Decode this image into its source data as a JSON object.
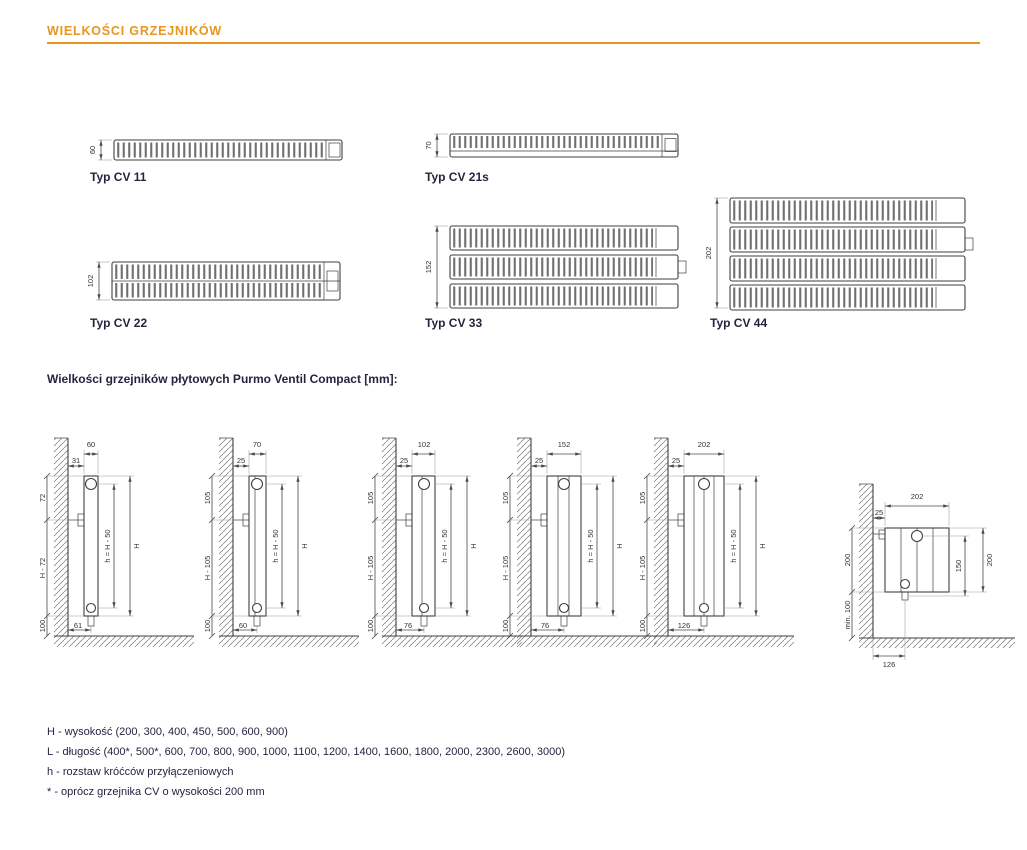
{
  "page": {
    "title": "WIELKOŚCI GRZEJNIKÓW",
    "subtitle": "Wielkości grzejników płytowych Purmo Ventil Compact [mm]:"
  },
  "colors": {
    "accent": "#E8951F",
    "ink": "#252440",
    "line": "#3F3F3F"
  },
  "cross_sections": [
    {
      "label": "Typ CV 11",
      "depth": "60"
    },
    {
      "label": "Typ CV 21s",
      "depth": "70"
    },
    {
      "label": "Typ CV 22",
      "depth": "102"
    },
    {
      "label": "Typ CV 33",
      "depth": "152"
    },
    {
      "label": "Typ CV 44",
      "depth": "202"
    }
  ],
  "side_views": [
    {
      "depth": "60",
      "wall_gap": "31",
      "top_offset": "72",
      "wall_height": "H - 72",
      "floor_clearance": "100",
      "pipe_spacing": "h = H - 50",
      "height": "H",
      "bottom_offset": "61"
    },
    {
      "depth": "70",
      "wall_gap": "25",
      "top_offset": "105",
      "wall_height": "H - 105",
      "floor_clearance": "100",
      "pipe_spacing": "h = H - 50",
      "height": "H",
      "bottom_offset": "60"
    },
    {
      "depth": "102",
      "wall_gap": "25",
      "top_offset": "105",
      "wall_height": "H - 105",
      "floor_clearance": "100",
      "pipe_spacing": "h = H - 50",
      "height": "H",
      "bottom_offset": "76"
    },
    {
      "depth": "152",
      "wall_gap": "25",
      "top_offset": "105",
      "wall_height": "H - 105",
      "floor_clearance": "100",
      "pipe_spacing": "h = H - 50",
      "height": "H",
      "bottom_offset": "76"
    },
    {
      "depth": "202",
      "wall_gap": "25",
      "top_offset": "105",
      "wall_height": "H - 105",
      "floor_clearance": "100",
      "pipe_spacing": "h = H - 50",
      "height": "H",
      "bottom_offset": "126"
    }
  ],
  "low_height_view": {
    "depth": "202",
    "wall_gap": "25",
    "height_left": "200",
    "pipe_spacing": "150",
    "height_right": "200",
    "floor_clearance": "min. 100",
    "bottom_offset": "126"
  },
  "legend": {
    "lines": [
      "H - wysokość (200, 300, 400, 450, 500, 600, 900)",
      "L - długość (400*, 500*, 600, 700, 800, 900, 1000, 1100, 1200, 1400, 1600, 1800, 2000, 2300, 2600, 3000)",
      "h - rozstaw króćców przyłączeniowych",
      "* - oprócz grzejnika CV o wysokości 200 mm"
    ]
  }
}
